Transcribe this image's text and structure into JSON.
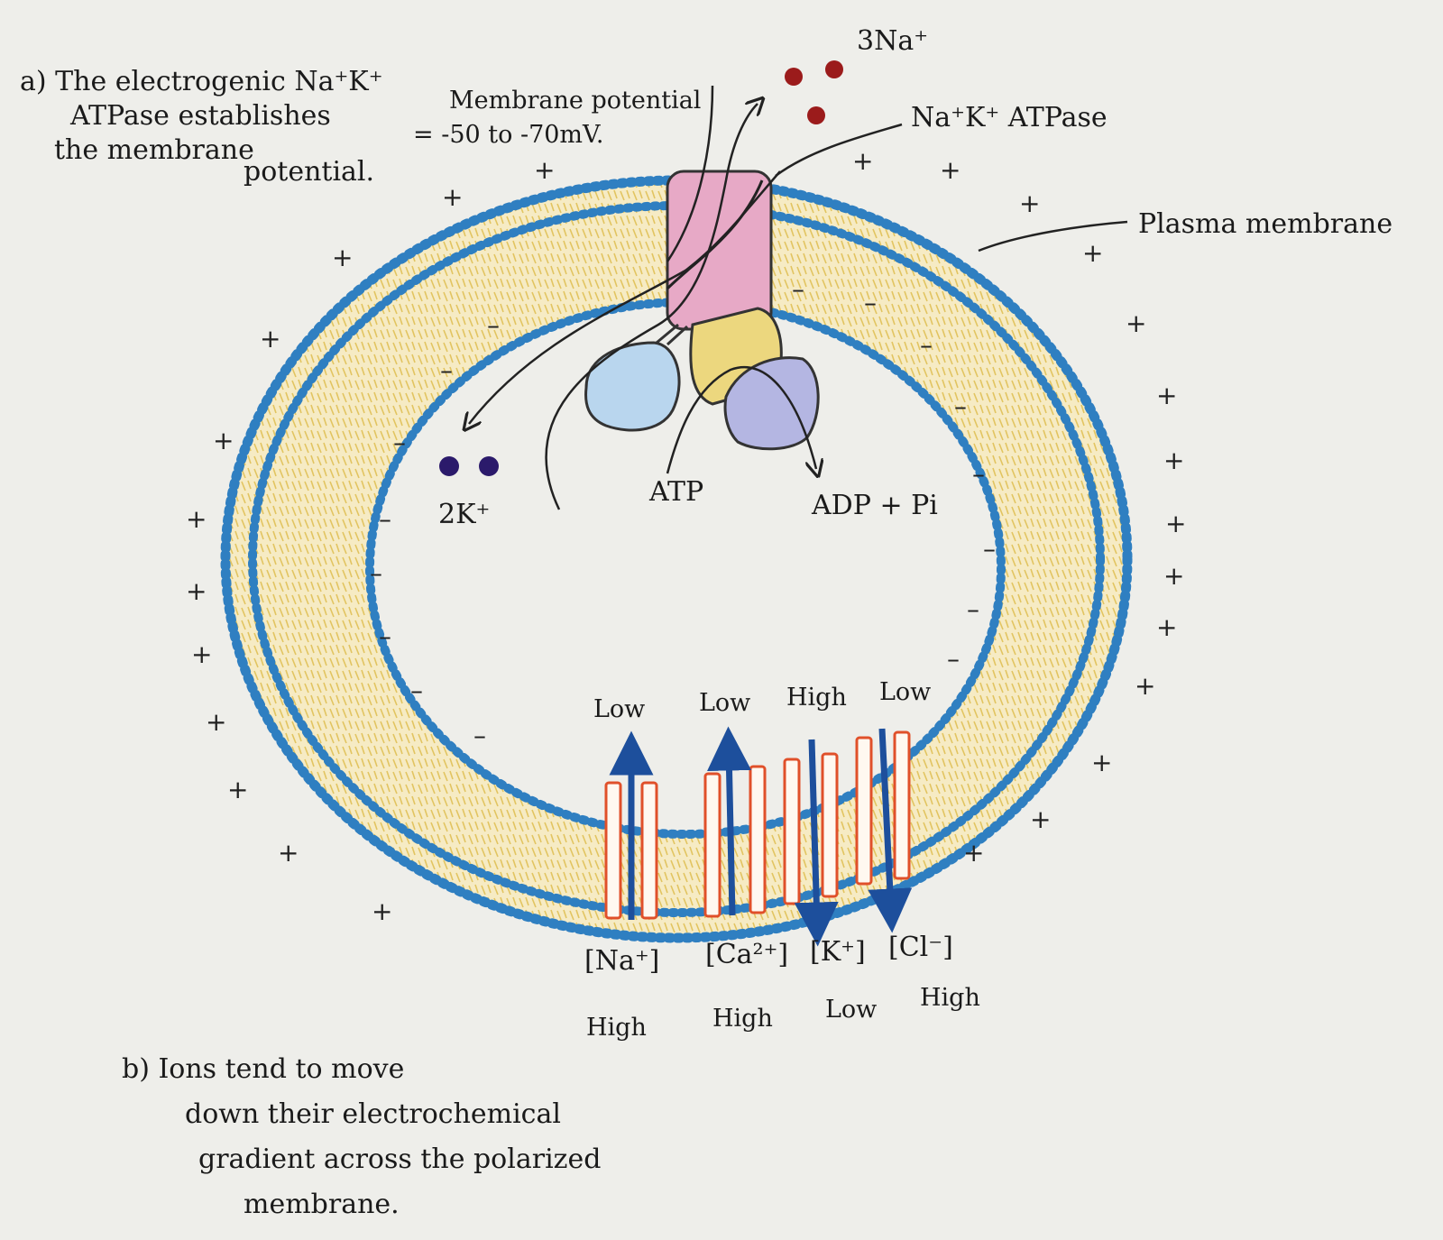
{
  "part_a": {
    "lines": [
      "a) The electrogenic Na⁺K⁺",
      "ATPase establishes",
      "the membrane",
      "potential."
    ]
  },
  "membrane_potential": {
    "label": "Membrane potential",
    "value": "= -50 to -70mV."
  },
  "pump": {
    "ions_out": "3Na⁺",
    "name": "Na⁺K⁺ ATPase",
    "ions_in": "2K⁺",
    "atp": "ATP",
    "products": "ADP + Pi"
  },
  "plasma_membrane_label": "Plasma membrane",
  "channels": {
    "inside_levels": [
      "Low",
      "Low",
      "High",
      "Low"
    ],
    "ions": [
      "[Na⁺]",
      "[Ca²⁺]",
      "[K⁺]",
      "[Cl⁻]"
    ],
    "outside_levels": [
      "High",
      "High",
      "Low",
      "High"
    ]
  },
  "part_b": {
    "lines": [
      "b) Ions tend to move",
      "down their electrochemical",
      "gradient across the polarized",
      "membrane."
    ]
  },
  "signs": {
    "outside": "+",
    "inside": "–"
  },
  "colors": {
    "membrane_blue": "#2f7fc1",
    "lipid_yellow": "#e8cf7a",
    "pump_pink": "#e7a9c6",
    "na_red": "#9b1b1b",
    "k_purple": "#2b1a6b",
    "channel_red": "#e0502a",
    "arrow_blue": "#1d4f9c"
  }
}
